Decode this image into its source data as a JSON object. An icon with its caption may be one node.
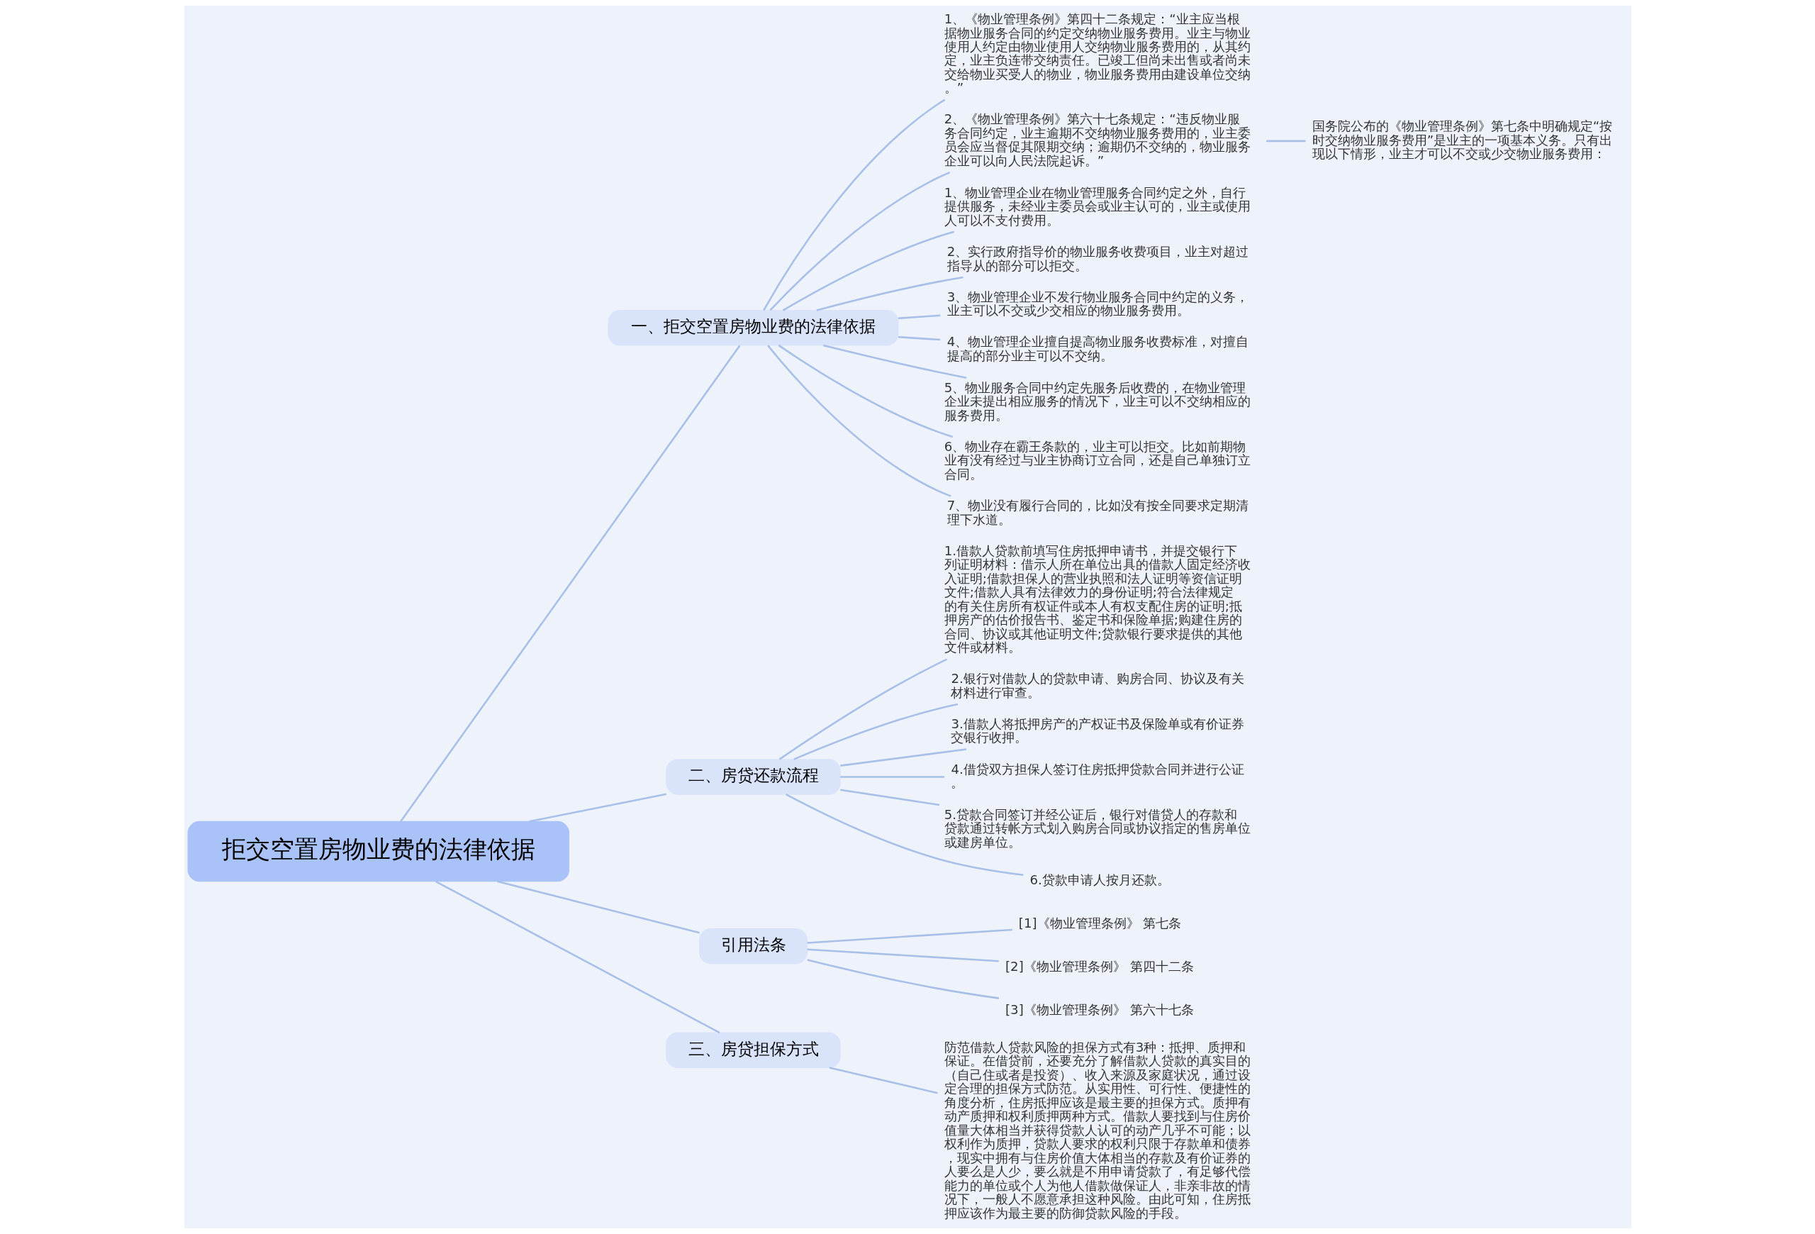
{
  "diagram": {
    "nodes": [
      {
        "text": [
          "拒交空置房物业费的法律依据"
        ]
      },
      {
        "text": [
          "一、拒交空置房物业费的法律依据"
        ]
      },
      {
        "text": [
          "1、《物业管理条例》第四十二条规定：“业主应当根据物业服务合同的约定交纳物业服务费用。业主与物业使用人约定由物业使用人交纳物业服务费用的，从其约定，业主负连带交纳责任。已竣工但尚未出售或者尚未交给物业买受人的物业，物业服务费用由建设单位交纳。”"
        ]
      },
      {
        "text": [
          "2、《物业管理条例》第六十七条规定：“违反物业服务合同约定，业主逾期不交纳物业服务费用的，业主委员会应当督促其限期交纳；逾期仍不交纳的，物业服务企业可以向人民法院起诉。”"
        ]
      },
      {
        "text": [
          "1、物业管理企业在物业管理服务合同约定之外，自行提供服务，未经业主委员会或业主认可的，业主或使用人可以不支付费用。"
        ]
      },
      {
        "text": [
          "2、实行政府指导价的物业服务收费项目，业主对超过指导从的部分可以拒交。"
        ]
      },
      {
        "text": [
          "3、物业管理企业不发行物业服务合同中约定的义务，业主可以不交或少交相应的物业服务费用。"
        ]
      },
      {
        "text": [
          "4、物业管理企业擅自提高物业服务收费标准，对擅自提高的部分业主可以不交纳。"
        ]
      },
      {
        "text": [
          "5、物业服务合同中约定先服务后收费的，在物业管理企业未提出相应服务的情况下，业主可以不交纳相应的服务费用。"
        ]
      },
      {
        "text": [
          "6、物业存在霸王条款的，业主可以拒交。比如前期物业有没有经过与业主协商订立合同，还是自己单独订立合同。"
        ]
      },
      {
        "text": [
          "7、物业没有履行合同的，比如没有按全同要求定期清理下水道。"
        ]
      },
      {
        "text": [
          "国务院公布的《物业管理条例》第七条中明确规定“按时交纳物业服务费用”是业主的一项基本义务。只有出现以下情形，业主才可以不交或少交物业服务费用："
        ]
      },
      {
        "text": [
          "二、房贷还款流程"
        ]
      },
      {
        "text": [
          "1.借款人贷款前填写住房抵押申请书，并提交银行下列证明材料：借示人所在单位出具的借款人固定经济收入证明;借款担保人的营业执照和法人证明等资信证明文件;借款人具有法律效力的身份证明;符合法律规定的有关住房所有权证件或本人有权支配住房的证明;抵押房产的估价报告书、鉴定书和保险单据;购建住房的合同、协议或其他证明文件;贷款银行要求提供的其他文件或材料。"
        ]
      },
      {
        "text": [
          "2.银行对借款人的贷款申请、购房合同、协议及有关材料进行审查。"
        ]
      },
      {
        "text": [
          "3.借款人将抵押房产的产权证书及保险单或有价证券交银行收押。"
        ]
      },
      {
        "text": [
          "4.借贷双方担保人签订住房抵押贷款合同并进行公证。"
        ]
      },
      {
        "text": [
          "5.贷款合同签订并经公证后，银行对借贷人的存款和贷款通过转帐方式划入购房合同或协议指定的售房单位或建房单位。"
        ]
      },
      {
        "text": [
          "6.贷款申请人按月还款。"
        ]
      },
      {
        "text": [
          "引用法条"
        ]
      },
      {
        "text": [
          "[1]《物业管理条例》 第七条"
        ]
      },
      {
        "text": [
          "[2]《物业管理条例》 第四十二条"
        ]
      },
      {
        "text": [
          "[3]《物业管理条例》 第六十七条"
        ]
      },
      {
        "text": [
          "三、房贷担保方式"
        ]
      },
      {
        "text": [
          "防范借款人贷款风险的担保方式有3种：抵押、质押和保证。在借贷前，还要充分了解借款人贷款的真实目的（自己住或者是投资）、收入来源及家庭状况，通过设定合理的担保方式防范。从实用性、可行性、便捷性的角度分析，住房抵押应该是最主要的担保方式。质押有动产质押和权利质押两种方式。借款人要找到与住房价值量大体相当并获得贷款人认可的动产几乎不可能；以权利作为质押，贷款人要求的权利只限于存款单和债券，现实中拥有与住房价值大体相当的存款及有价证券的人要么是人少，要么就是不用申请贷款了，有足够代偿能力的单位或个人为他人借款做保证人，非亲非故的情况下，一般人不愿意承担这种风险。由此可知，住房抵押应该作为最主要的防御贷款风险的手段。"
        ]
      }
    ],
    "edges": [
      {
        "from": 0,
        "to": 1,
        "arrow": "none"
      },
      {
        "from": 1,
        "to": 2,
        "arrow": "none"
      },
      {
        "from": 1,
        "to": 3,
        "arrow": "none"
      },
      {
        "from": 1,
        "to": 4,
        "arrow": "none"
      },
      {
        "from": 1,
        "to": 5,
        "arrow": "none"
      },
      {
        "from": 1,
        "to": 6,
        "arrow": "none"
      },
      {
        "from": 1,
        "to": 7,
        "arrow": "none"
      },
      {
        "from": 1,
        "to": 8,
        "arrow": "none"
      },
      {
        "from": 1,
        "to": 9,
        "arrow": "none"
      },
      {
        "from": 1,
        "to": 10,
        "arrow": "none"
      },
      {
        "from": 3,
        "to": 11,
        "arrow": "none"
      },
      {
        "from": 0,
        "to": 12,
        "arrow": "none"
      },
      {
        "from": 12,
        "to": 13,
        "arrow": "none"
      },
      {
        "from": 12,
        "to": 14,
        "arrow": "none"
      },
      {
        "from": 12,
        "to": 15,
        "arrow": "none"
      },
      {
        "from": 12,
        "to": 16,
        "arrow": "none"
      },
      {
        "from": 12,
        "to": 17,
        "arrow": "none"
      },
      {
        "from": 12,
        "to": 18,
        "arrow": "none"
      },
      {
        "from": 0,
        "to": 19,
        "arrow": "none"
      },
      {
        "from": 19,
        "to": 20,
        "arrow": "none"
      },
      {
        "from": 19,
        "to": 21,
        "arrow": "none"
      },
      {
        "from": 19,
        "to": 22,
        "arrow": "none"
      },
      {
        "from": 0,
        "to": 23,
        "arrow": "none"
      },
      {
        "from": 23,
        "to": 24,
        "arrow": "none"
      }
    ]
  }
}
